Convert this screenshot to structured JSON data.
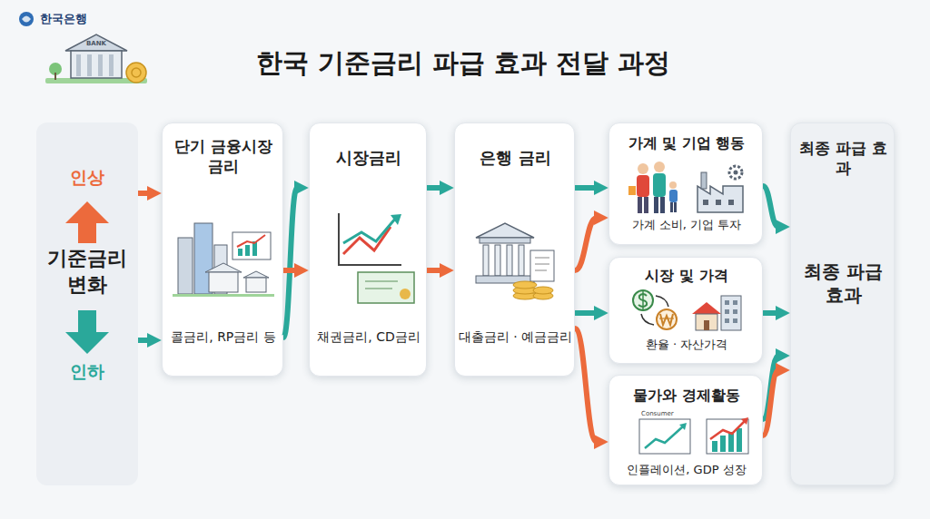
{
  "diagram": {
    "title": "한국 기준금리 파급 효과 전달 과정",
    "nodes": [
      {
        "text": [
          "인상",
          "기준금리 변화",
          "인하"
        ]
      },
      {
        "text": [
          "단기 금융시장 금리",
          "콜금리, RP금리 등"
        ]
      },
      {
        "text": [
          "시장금리",
          "채권금리, CD금리"
        ]
      },
      {
        "text": [
          "은행 금리",
          "대출금리 · 예금금리"
        ]
      },
      {
        "text": [
          "가계 및 기업 행동",
          "가계 소비, 기업 투자"
        ]
      },
      {
        "text": [
          "시장 및 가격",
          "환율 · 자산가격"
        ]
      },
      {
        "text": [
          "물가와 경제활동",
          "인플레이션, GDP 성장"
        ]
      },
      {
        "text": [
          "최종 파급 효과",
          "최종 파급 효과"
        ]
      }
    ],
    "edges": [
      {
        "from": 0,
        "to": 1,
        "arrow": "to"
      },
      {
        "from": 0,
        "to": 1,
        "arrow": "to"
      },
      {
        "from": 1,
        "to": 2,
        "arrow": "to"
      },
      {
        "from": 1,
        "to": 2,
        "arrow": "to"
      },
      {
        "from": 2,
        "to": 3,
        "arrow": "to"
      },
      {
        "from": 2,
        "to": 3,
        "arrow": "to"
      },
      {
        "from": 3,
        "to": 4,
        "arrow": "to"
      },
      {
        "from": 3,
        "to": 4,
        "arrow": "to"
      },
      {
        "from": 3,
        "to": 5,
        "arrow": "to"
      },
      {
        "from": 3,
        "to": 6,
        "arrow": "to"
      },
      {
        "from": 4,
        "to": 7,
        "arrow": "to"
      },
      {
        "from": 5,
        "to": 7,
        "arrow": "to"
      },
      {
        "from": 6,
        "to": 7,
        "arrow": "to"
      },
      {
        "from": 6,
        "to": 7,
        "arrow": "to"
      }
    ],
    "labels": [
      "한국은행",
      "BANK",
      "Consumer"
    ]
  }
}
